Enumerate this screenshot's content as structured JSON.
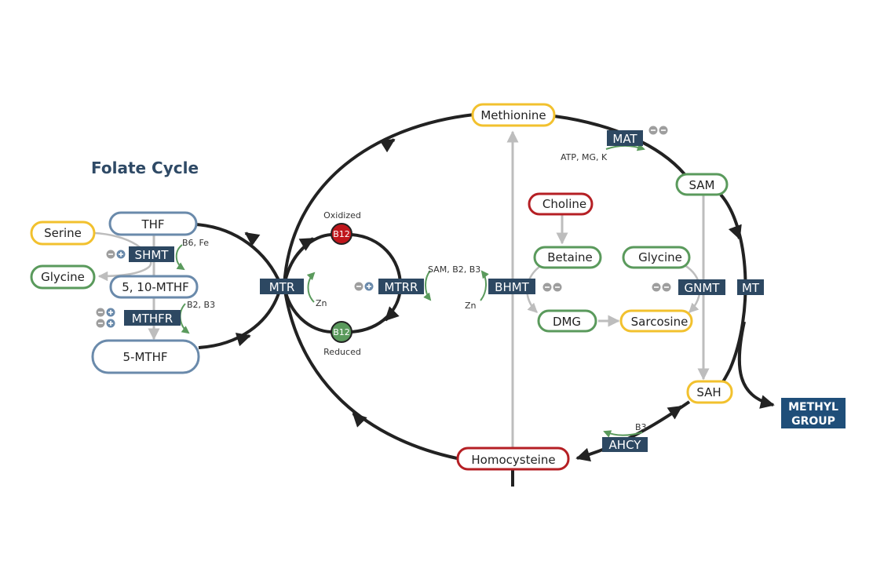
{
  "title": "Folate Cycle",
  "colors": {
    "enzyme_bg": "#2d4862",
    "folate_blue": "#6a8aab",
    "yellow": "#f2c12e",
    "green": "#5a9a5c",
    "red": "#b51f24",
    "main_line": "#222222",
    "side_line": "#bdbdbd",
    "cofactor_arrow": "#5a9a5c",
    "modifier_minus": "#9e9e9e",
    "modifier_plus": "#6a8aab",
    "methyl_bg": "#1f4e79"
  },
  "metabolites": {
    "thf": "THF",
    "serine": "Serine",
    "glycine_left": "Glycine",
    "mthf_510": "5, 10-MTHF",
    "mthf_5": "5-MTHF",
    "methionine": "Methionine",
    "sam": "SAM",
    "choline": "Choline",
    "betaine": "Betaine",
    "glycine_right": "Glycine",
    "dmg": "DMG",
    "sarcosine": "Sarcosine",
    "sah": "SAH",
    "homocysteine": "Homocysteine"
  },
  "enzymes": {
    "shmt": "SHMT",
    "mthfr": "MTHFR",
    "mtr": "MTR",
    "mtrr": "MTRR",
    "bhmt": "BHMT",
    "mat": "MAT",
    "gnmt": "GNMT",
    "mt": "MT",
    "ahcy": "AHCY"
  },
  "cofactors": {
    "shmt": "B6, Fe",
    "mthfr": "B2, B3",
    "mtr": "Zn",
    "mtrr": "SAM, B2, B3",
    "bhmt": "Zn",
    "mat": "ATP, MG, K",
    "ahcy": "B3"
  },
  "b12": {
    "oxidized_label": "Oxidized",
    "reduced_label": "Reduced",
    "oxidized_text": "B12",
    "reduced_text": "B12"
  },
  "modifiers": {
    "shmt": [
      "-",
      "+"
    ],
    "mthfr_row1": [
      "-",
      "+"
    ],
    "mthfr_row2": [
      "-",
      "+"
    ],
    "mtrr": [
      "-",
      "+"
    ],
    "bhmt": [
      "-",
      "-"
    ],
    "mat": [
      "-",
      "-"
    ],
    "gnmt": [
      "-",
      "-"
    ]
  },
  "methyl_group": {
    "line1": "METHYL",
    "line2": "GROUP"
  }
}
